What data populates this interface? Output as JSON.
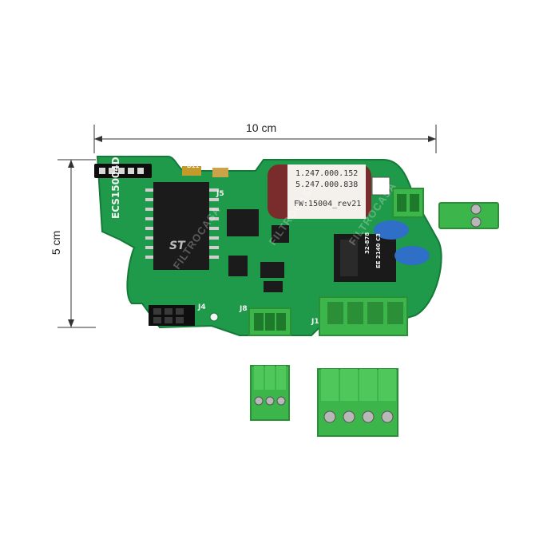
{
  "dimensions": {
    "width_label": "10 cm",
    "height_label": "5 cm"
  },
  "board": {
    "model_silk": "ECS15004D",
    "capacitor_sticker": {
      "line1": "1.247.000.152",
      "line2": "5.247.000.838",
      "line3": "FW:15004_rev21"
    },
    "relay_text": {
      "line1": "32-878",
      "line2": "EE 2140 C3"
    },
    "chip_brand": "ST",
    "labels": {
      "j5": "J5",
      "j4": "J4",
      "j8": "J8",
      "j1": "J1",
      "d11": "D11"
    },
    "watermark": "FILTROCASA"
  },
  "colors": {
    "pcb": "#1f9a4a",
    "pcb_dark": "#137a37",
    "terminal": "#3cb54a",
    "terminal_dark": "#2a8f36",
    "capacitor": "#7a2b2b",
    "relay": "#1a1a1a",
    "blue_cap": "#2f6fc7"
  }
}
